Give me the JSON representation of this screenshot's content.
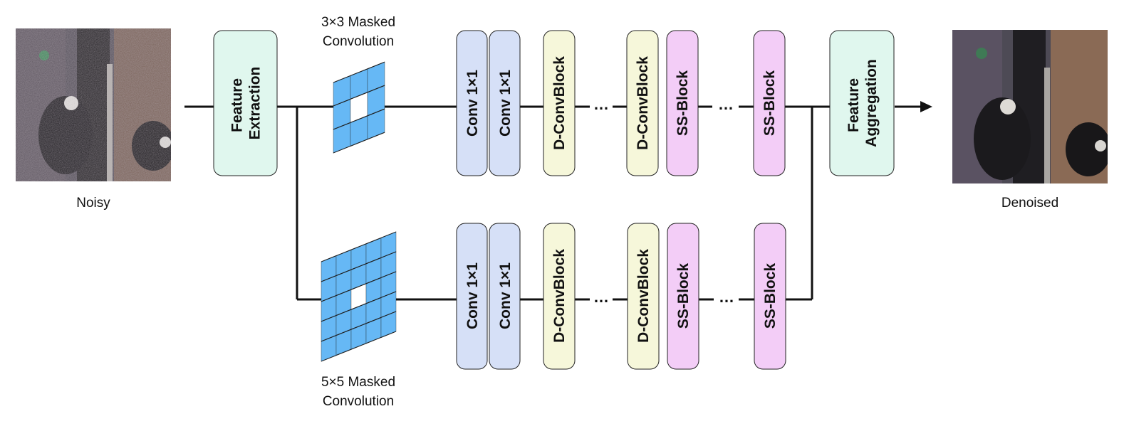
{
  "images": {
    "input_caption": "Noisy",
    "output_caption": "Denoised"
  },
  "blocks": {
    "feature_extraction": [
      "Feature",
      "Extraction"
    ],
    "feature_aggregation": [
      "Feature",
      "Aggregation"
    ],
    "conv1x1": "Conv 1×1",
    "dconv": "D-ConvBlock",
    "ssblock": "SS-Block",
    "ellipsis": "…"
  },
  "masked_conv": {
    "top_line1": "3×3 Masked",
    "top_line2": "Convolution",
    "bottom_line1": "5×5 Masked",
    "bottom_line2": "Convolution"
  },
  "colors": {
    "feature": "#e0f7ee",
    "conv": "#d6e0f7",
    "dconv": "#f6f7da",
    "ss": "#f3cdf7",
    "grid": "#66b8f5",
    "line": "#111111"
  },
  "icons": {
    "arrow": "arrow-right-icon"
  }
}
